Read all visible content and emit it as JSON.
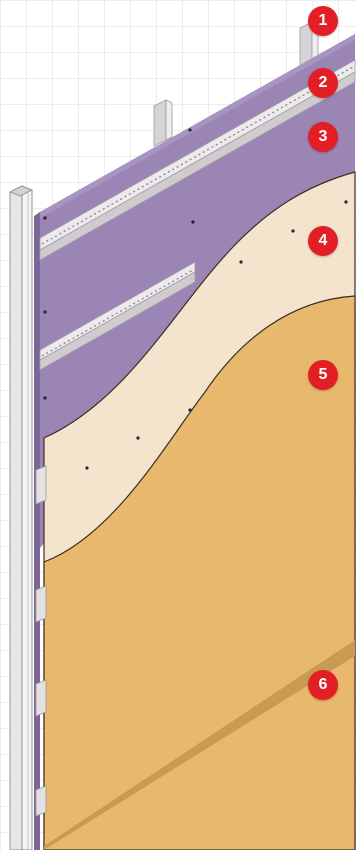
{
  "layers": [
    {
      "id": 1,
      "label": "1",
      "name": "vertical-stud",
      "color": "#e4e1e3"
    },
    {
      "id": 2,
      "label": "2",
      "name": "horizontal-channel",
      "color": "#e6e4e6"
    },
    {
      "id": 3,
      "label": "3",
      "name": "purple-board",
      "color": "#9a85b5"
    },
    {
      "id": 4,
      "label": "4",
      "name": "cream-board",
      "color": "#f4e3cd"
    },
    {
      "id": 5,
      "label": "5",
      "name": "tan-board",
      "color": "#e8b86c"
    },
    {
      "id": 6,
      "label": "6",
      "name": "tan-board-surface",
      "color": "#e6b568"
    }
  ],
  "marker_color": "#e31e24"
}
